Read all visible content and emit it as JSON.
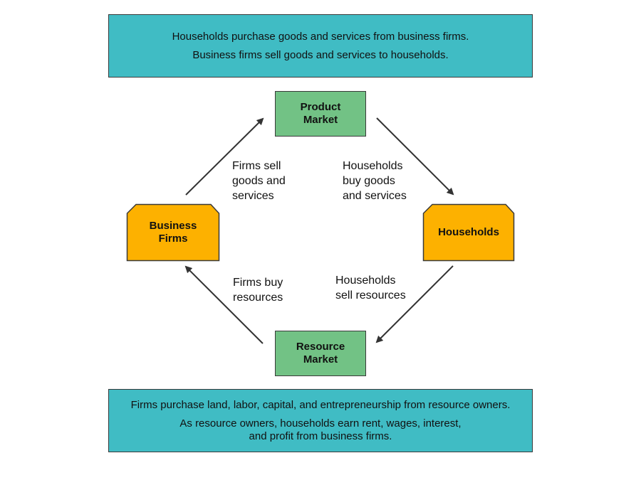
{
  "top_banner": {
    "line1": "Households purchase goods and services from business firms.",
    "line2": "Business firms sell goods and services to households."
  },
  "bottom_banner": {
    "line1": "Firms purchase land, labor, capital, and entrepreneurship from resource owners.",
    "line2": "As resource owners, households earn rent, wages, interest,\nand profit from business firms."
  },
  "nodes": {
    "product_market": "Product\nMarket",
    "resource_market": "Resource\nMarket",
    "business_firms": "Business\nFirms",
    "households": "Households"
  },
  "flows": {
    "firms_sell": "Firms sell\ngoods and\nservices",
    "households_buy": "Households\nbuy goods\nand services",
    "firms_buy": "Firms buy\nresources",
    "households_sell": "Households\nsell resources"
  },
  "colors": {
    "banner": "#40bcc4",
    "market": "#72c285",
    "agent": "#fdb100",
    "arrow": "#333333"
  }
}
